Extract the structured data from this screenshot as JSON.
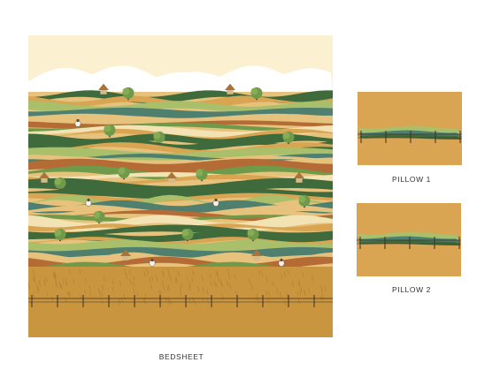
{
  "labels": {
    "bedsheet": "BEDSHEET",
    "pillow1": "PILLOW 1",
    "pillow2": "PILLOW 2"
  },
  "colors": {
    "sky": "#fbf0cf",
    "clouds": "#ffffff",
    "field_gold": "#d9a552",
    "field_light": "#e6c27c",
    "green_dark": "#3f6b3c",
    "green_mid": "#6f9a4a",
    "green_light": "#a9bf6a",
    "teal": "#4e7f6f",
    "rust": "#b46b35",
    "fence": "#3a2f25",
    "wheat": "#c9953e"
  },
  "icons": [
    "tree-icon",
    "hut-icon",
    "cow-icon",
    "fence-icon",
    "cloud-icon"
  ]
}
